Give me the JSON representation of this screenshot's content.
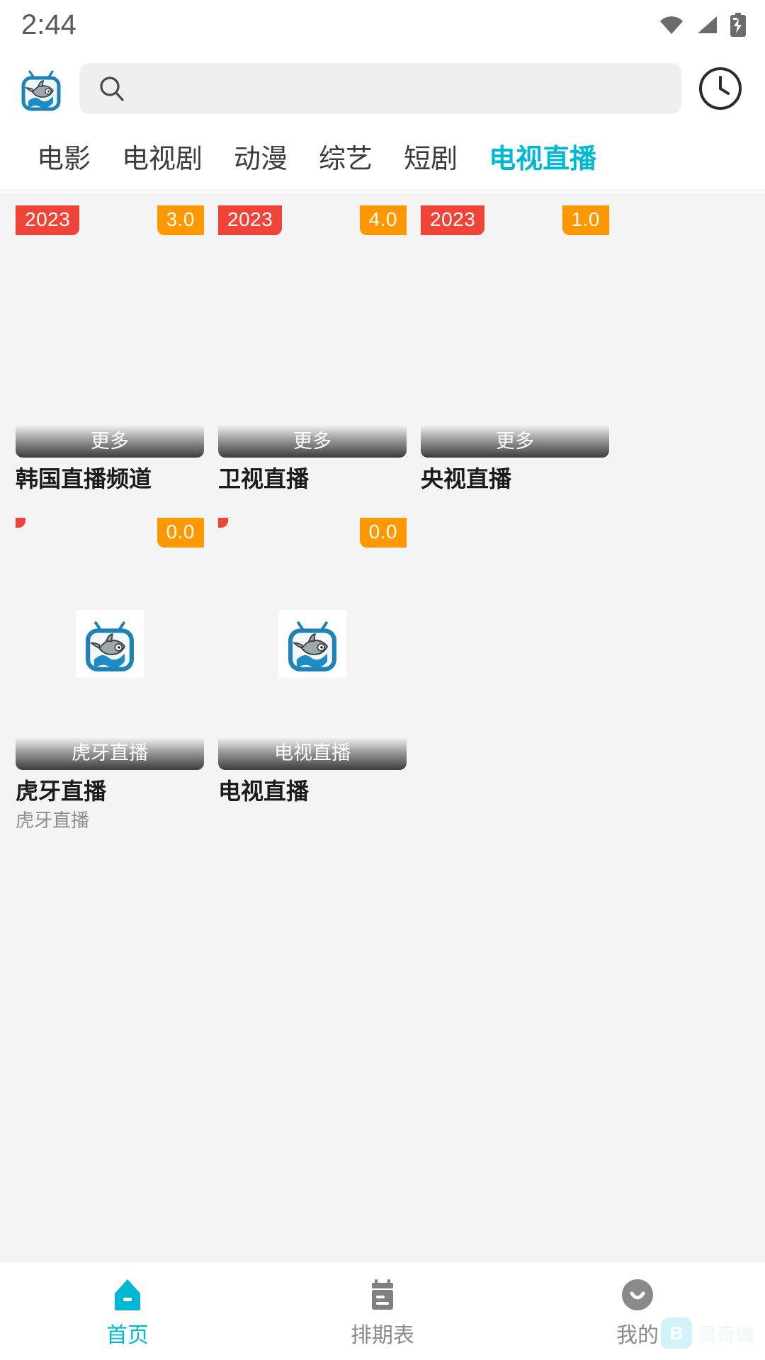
{
  "status_bar": {
    "time": "2:44",
    "icons": [
      "wifi-icon",
      "cell-signal-icon",
      "battery-charging-icon"
    ]
  },
  "header": {
    "logo_icon": "app-logo-shark-tv-icon",
    "search": {
      "icon": "search-icon",
      "value": "",
      "placeholder": ""
    },
    "history_icon": "history-clock-icon"
  },
  "category_tabs": [
    {
      "label": "电影",
      "active": false
    },
    {
      "label": "电视剧",
      "active": false
    },
    {
      "label": "动漫",
      "active": false
    },
    {
      "label": "综艺",
      "active": false
    },
    {
      "label": "短剧",
      "active": false
    },
    {
      "label": "电视直播",
      "active": true
    }
  ],
  "cards": [
    {
      "year_badge": "2023",
      "score_badge": "3.0",
      "overlay_label": "更多",
      "title": "韩国直播频道",
      "subtitle": ""
    },
    {
      "year_badge": "2023",
      "score_badge": "4.0",
      "overlay_label": "更多",
      "title": "卫视直播",
      "subtitle": ""
    },
    {
      "year_badge": "2023",
      "score_badge": "1.0",
      "overlay_label": "更多",
      "title": "央视直播",
      "subtitle": ""
    },
    {
      "year_badge": "",
      "score_badge": "0.0",
      "overlay_label": "虎牙直播",
      "title": "虎牙直播",
      "subtitle": "虎牙直播"
    },
    {
      "year_badge": "",
      "score_badge": "0.0",
      "overlay_label": "电视直播",
      "title": "电视直播",
      "subtitle": ""
    }
  ],
  "bottom_nav": [
    {
      "label": "首页",
      "icon": "home-icon",
      "active": true
    },
    {
      "label": "排期表",
      "icon": "calendar-icon",
      "active": false
    },
    {
      "label": "我的",
      "icon": "profile-icon",
      "active": false
    }
  ],
  "watermark": {
    "mark": "B",
    "text": "灵奇微"
  },
  "colors": {
    "accent": "#00b8d4",
    "badge_year": "#f04438",
    "badge_score": "#ff9800",
    "page_bg": "#f4f4f4"
  }
}
